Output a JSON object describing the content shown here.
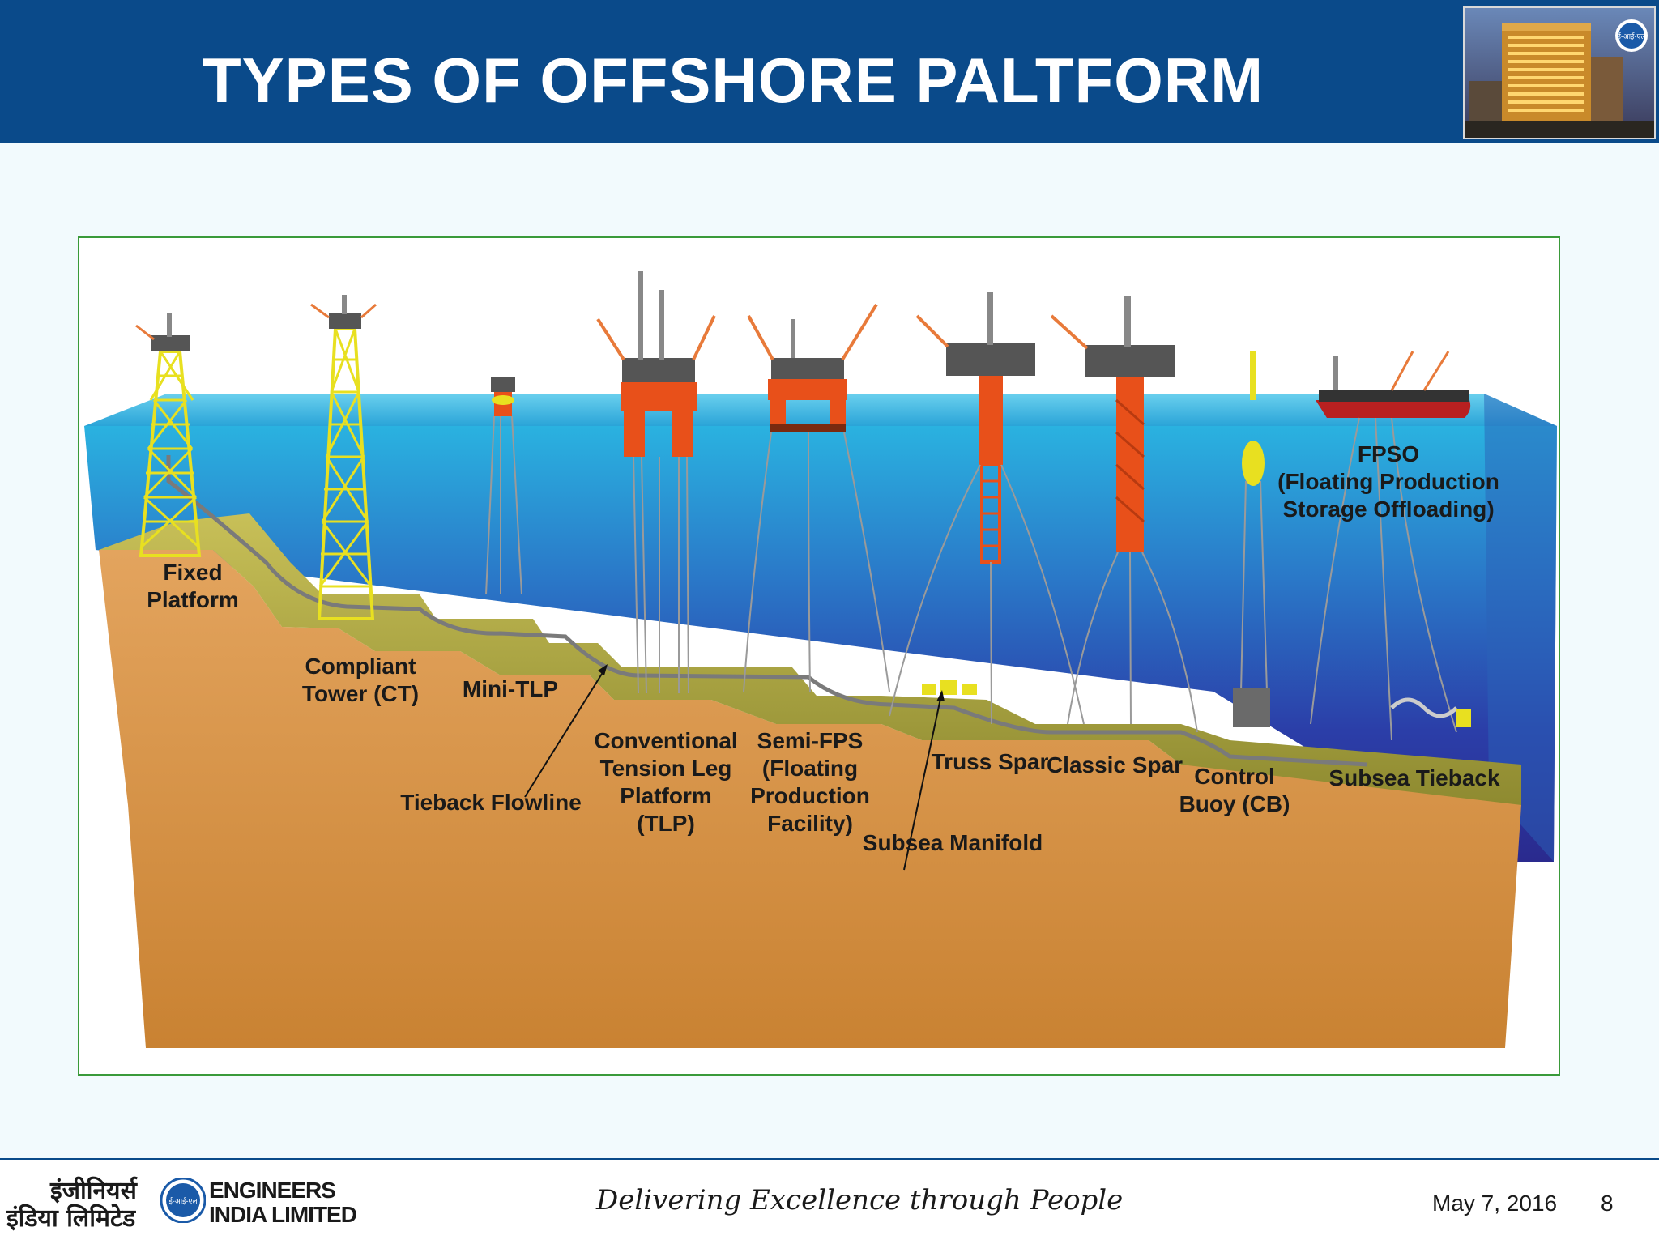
{
  "header": {
    "title": "TYPES OF OFFSHORE PALTFORM"
  },
  "diagram": {
    "labels": {
      "fixed_1": "Fixed",
      "fixed_2": "Platform",
      "ct_1": "Compliant",
      "ct_2": "Tower (CT)",
      "minitlp": "Mini-TLP",
      "tieback": "Tieback Flowline",
      "tlp_1": "Conventional",
      "tlp_2": "Tension Leg",
      "tlp_3": "Platform",
      "tlp_4": "(TLP)",
      "sfps_1": "Semi-FPS",
      "sfps_2": "(Floating",
      "sfps_3": "Production",
      "sfps_4": "Facility)",
      "truss": "Truss Spar",
      "classic": "Classic Spar",
      "manifold": "Subsea Manifold",
      "cb_1": "Control",
      "cb_2": "Buoy (CB)",
      "subsea_tieback": "Subsea Tieback",
      "fpso_1": "FPSO",
      "fpso_2": "(Floating Production",
      "fpso_3": "Storage Offloading)"
    },
    "colors": {
      "sea_top": "#2aa8d8",
      "sea_bottom": "#2b2f9a",
      "seabed": "#d9a05a",
      "sediment": "#b7b24a",
      "structure": "#e8e020",
      "hull": "#e8501a"
    }
  },
  "logo": {
    "hindi_line1": "इंजीनियर्स",
    "hindi_line2": "इंडिया लिमिटेड",
    "badge_text": "ई-आई-एल",
    "english_line1": "ENGINEERS",
    "english_line2": "INDIA LIMITED"
  },
  "footer": {
    "tagline": "Delivering Excellence through People",
    "date": "May 7, 2016",
    "page": "8"
  }
}
